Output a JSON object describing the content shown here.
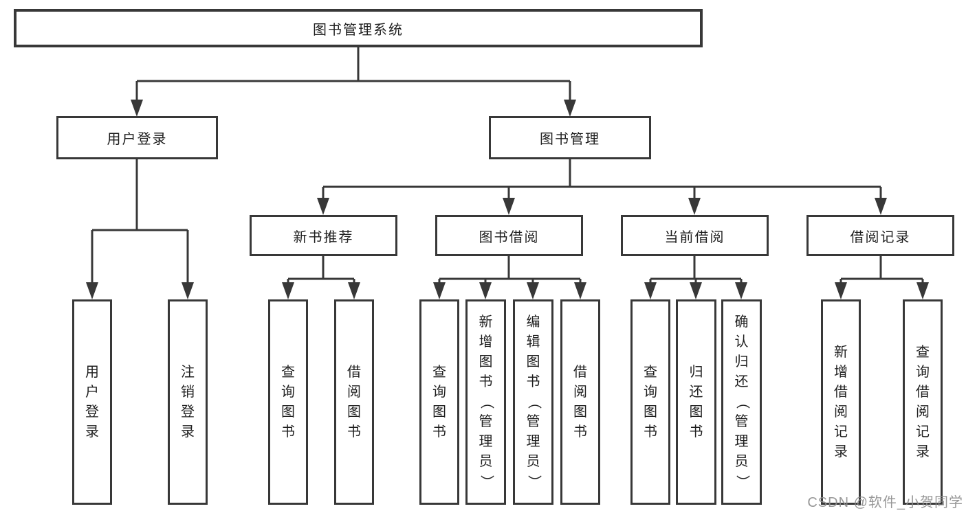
{
  "tree": {
    "label": "图书管理系统",
    "children": [
      {
        "label": "用户登录",
        "children": [
          {
            "label": "用户登录"
          },
          {
            "label": "注销登录"
          }
        ]
      },
      {
        "label": "图书管理",
        "children": [
          {
            "label": "新书推荐",
            "children": [
              {
                "label": "查询图书"
              },
              {
                "label": "借阅图书"
              }
            ]
          },
          {
            "label": "图书借阅",
            "children": [
              {
                "label": "查询图书"
              },
              {
                "label": "新增图书（管理员）"
              },
              {
                "label": "编辑图书（管理员）"
              },
              {
                "label": "借阅图书"
              }
            ]
          },
          {
            "label": "当前借阅",
            "children": [
              {
                "label": "查询图书"
              },
              {
                "label": "归还图书"
              },
              {
                "label": "确认归还（管理员）"
              }
            ]
          },
          {
            "label": "借阅记录",
            "children": [
              {
                "label": "新增借阅记录"
              },
              {
                "label": "查询借阅记录"
              }
            ]
          }
        ]
      }
    ]
  },
  "watermark": {
    "text": "CSDN @软件_小贺同学"
  },
  "colors": {
    "line": "#383838",
    "box_border": "#383838",
    "text": "#1f1f1f",
    "watermark": "#8f8f8f"
  }
}
